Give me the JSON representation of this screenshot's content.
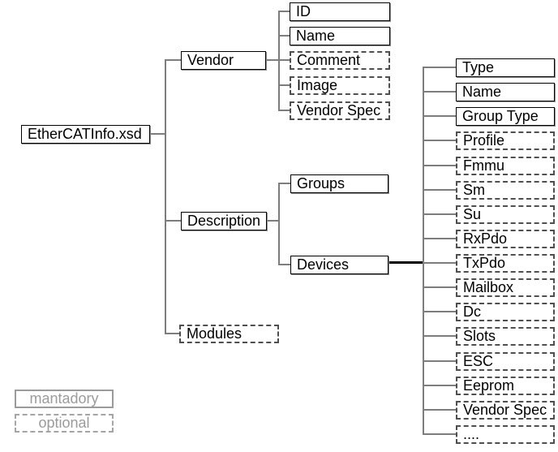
{
  "diagram": {
    "root": {
      "label": "EtherCATInfo.xsd",
      "optional": false
    },
    "level1": [
      {
        "label": "Vendor",
        "optional": false
      },
      {
        "label": "Description",
        "optional": false
      },
      {
        "label": "Modules",
        "optional": true
      }
    ],
    "vendor_children": [
      {
        "label": "ID",
        "optional": false
      },
      {
        "label": "Name",
        "optional": false
      },
      {
        "label": "Comment",
        "optional": true
      },
      {
        "label": "Image",
        "optional": true
      },
      {
        "label": "Vendor Spec",
        "optional": true
      }
    ],
    "description_children": [
      {
        "label": "Groups",
        "optional": false
      },
      {
        "label": "Devices",
        "optional": false
      }
    ],
    "devices_children": [
      {
        "label": "Type",
        "optional": false
      },
      {
        "label": "Name",
        "optional": false
      },
      {
        "label": "Group Type",
        "optional": false
      },
      {
        "label": "Profile",
        "optional": true
      },
      {
        "label": "Fmmu",
        "optional": true
      },
      {
        "label": "Sm",
        "optional": true
      },
      {
        "label": "Su",
        "optional": true
      },
      {
        "label": "RxPdo",
        "optional": true
      },
      {
        "label": "TxPdo",
        "optional": true
      },
      {
        "label": "Mailbox",
        "optional": true
      },
      {
        "label": "Dc",
        "optional": true
      },
      {
        "label": "Slots",
        "optional": true
      },
      {
        "label": "ESC",
        "optional": true
      },
      {
        "label": "Eeprom",
        "optional": true
      },
      {
        "label": "Vendor Spec",
        "optional": true
      },
      {
        "label": "....",
        "optional": true
      }
    ]
  },
  "legend": {
    "mandatory_label": "mantadory",
    "optional_label": "optional"
  },
  "colors": {
    "background": "#ffffff",
    "text": "#000000",
    "solid_border": "#000000",
    "dashed_border": "#4f4f4f",
    "connector_line": "#7d7d7d",
    "thick_connector": "#000000",
    "legend_gray": "#9b9b9b"
  }
}
